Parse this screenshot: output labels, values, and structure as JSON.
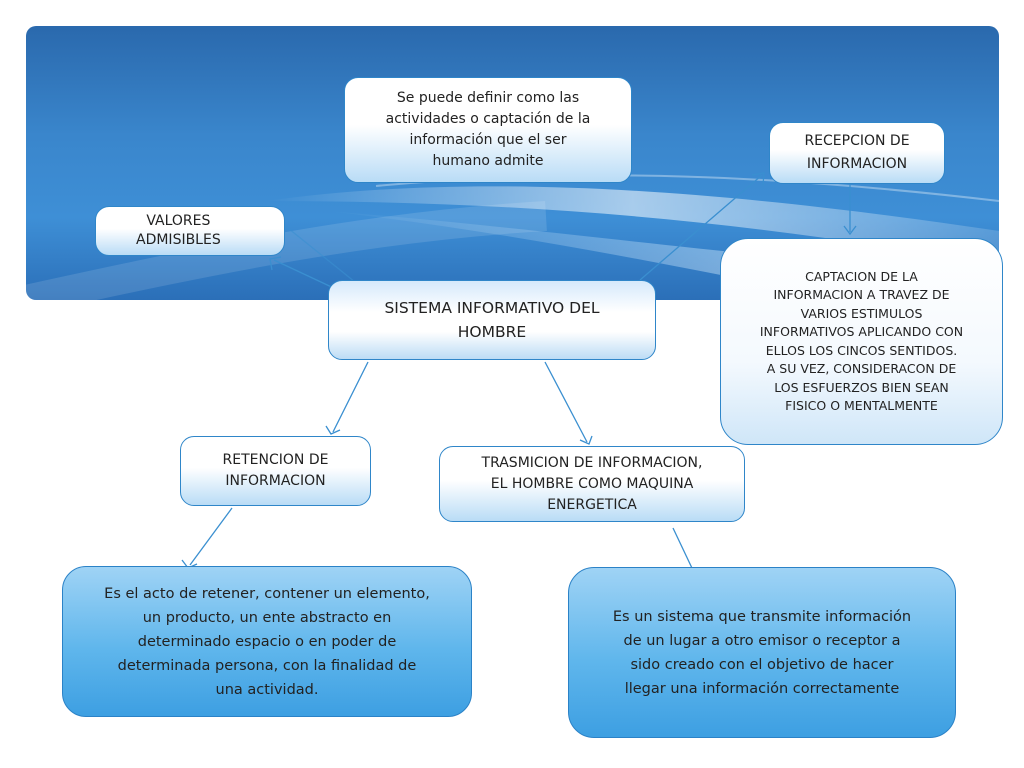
{
  "nodes": {
    "definition": "Se puede definir como las\nactividades o captación de la\ninformación que el ser\nhumano admite",
    "values": "VALORES\nADMISIBLES",
    "reception": "RECEPCION DE\nINFORMACION",
    "capture": "CAPTACION DE LA\nINFORMACION A TRAVEZ DE\nVARIOS ESTIMULOS\nINFORMATIVOS APLICANDO CON\nELLOS LOS CINCOS SENTIDOS.\nA SU VEZ, CONSIDERACON DE\nLOS ESFUERZOS BIEN SEAN\nFISICO O MENTALMENTE",
    "main": "SISTEMA INFORMATIVO DEL\nHOMBRE",
    "retention": "RETENCION DE\nINFORMACION",
    "transmission": "TRASMICION DE INFORMACION,\nEL HOMBRE COMO MAQUINA\nENERGETICA",
    "retention_desc": "Es el acto de retener, contener un elemento,\nun producto, un ente abstracto en\ndeterminado espacio o en poder de\ndeterminada persona, con la finalidad de\nuna actividad.",
    "transmission_desc": "Es un sistema  que transmite información\nde un lugar a otro emisor o receptor a\nsido creado con el objetivo  de hacer\nllegar una información correctamente"
  },
  "colors": {
    "border": "#2f86c9",
    "connector": "#3a8fd0",
    "banner": "#3a86cc"
  }
}
